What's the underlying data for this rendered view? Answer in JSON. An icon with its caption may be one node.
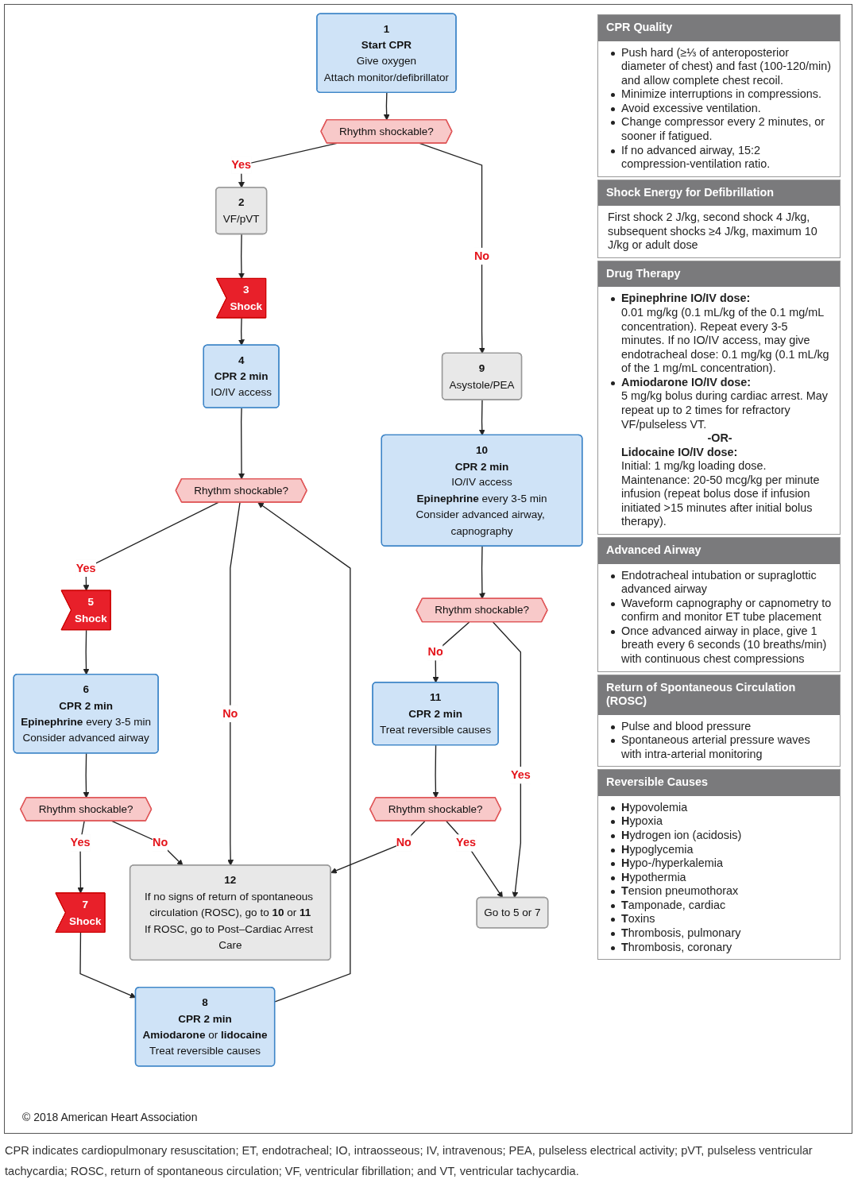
{
  "diagram": {
    "caption": "CPR indicates cardiopulmonary resuscitation; ET, endotracheal; IO, intraosseous; IV, intravenous; PEA, pulseless electrical activity; pVT, pulseless ventricular tachycardia; ROSC, return of spontaneous circulation; VF, ventricular fibrillation; and VT, ventricular tachycardia.",
    "nodes": [
      {
        "text": [
          "1",
          "Start CPR",
          "Give oxygen",
          "Attach monitor/defibrillator"
        ]
      },
      {
        "text": [
          "Rhythm shockable?"
        ]
      },
      {
        "text": [
          "2",
          "VF/pVT"
        ]
      },
      {
        "text": [
          "9",
          "Asystole/PEA"
        ]
      },
      {
        "text": [
          "3",
          "Shock"
        ]
      },
      {
        "text": [
          "4",
          "CPR 2 min",
          "IO/IV access"
        ]
      },
      {
        "text": [
          "Rhythm shockable?"
        ]
      },
      {
        "text": [
          "5",
          "Shock"
        ]
      },
      {
        "text": [
          "6",
          "CPR 2 min",
          "**Epinephrine** every 3-5 min",
          "Consider advanced airway"
        ]
      },
      {
        "text": [
          "Rhythm shockable?"
        ]
      },
      {
        "text": [
          "7",
          "Shock"
        ]
      },
      {
        "text": [
          "8",
          "CPR 2 min",
          "**Amiodarone** or **lidocaine**",
          "Treat reversible causes"
        ]
      },
      {
        "text": [
          "10",
          "CPR 2 min",
          "IO/IV access",
          "**Epinephrine** every 3-5 min",
          "Consider advanced airway, capnography"
        ]
      },
      {
        "text": [
          "Rhythm shockable?"
        ]
      },
      {
        "text": [
          "11",
          "CPR 2 min",
          "Treat reversible causes"
        ]
      },
      {
        "text": [
          "Rhythm shockable?"
        ]
      },
      {
        "text": [
          "12",
          "If no signs of return of spontaneous circulation (ROSC), go to **10** or **11**",
          "If ROSC, go to Post–Cardiac Arrest Care"
        ]
      },
      {
        "text": [
          "Go to 5 or 7"
        ]
      }
    ],
    "edges": [
      {
        "from": 0,
        "to": 1,
        "arrow": "to"
      },
      {
        "from": 1,
        "to": 2,
        "arrow": "to",
        "label": "Yes"
      },
      {
        "from": 1,
        "to": 3,
        "arrow": "to",
        "label": "No"
      },
      {
        "from": 2,
        "to": 4,
        "arrow": "to"
      },
      {
        "from": 4,
        "to": 5,
        "arrow": "to"
      },
      {
        "from": 5,
        "to": 6,
        "arrow": "to"
      },
      {
        "from": 6,
        "to": 7,
        "arrow": "to",
        "label": "Yes"
      },
      {
        "from": 7,
        "to": 8,
        "arrow": "to"
      },
      {
        "from": 8,
        "to": 9,
        "arrow": "to"
      },
      {
        "from": 9,
        "to": 10,
        "arrow": "to",
        "label": "Yes"
      },
      {
        "from": 10,
        "to": 11,
        "arrow": "to"
      },
      {
        "from": 11,
        "to": 6,
        "arrow": "to"
      },
      {
        "from": 6,
        "to": 16,
        "arrow": "to",
        "label": "No"
      },
      {
        "from": 9,
        "to": 16,
        "arrow": "to",
        "label": "No"
      },
      {
        "from": 3,
        "to": 12,
        "arrow": "to"
      },
      {
        "from": 12,
        "to": 13,
        "arrow": "to"
      },
      {
        "from": 13,
        "to": 14,
        "arrow": "to",
        "label": "No"
      },
      {
        "from": 13,
        "to": 17,
        "arrow": "to",
        "label": "Yes"
      },
      {
        "from": 14,
        "to": 15,
        "arrow": "to"
      },
      {
        "from": 15,
        "to": 16,
        "arrow": "to",
        "label": "No"
      },
      {
        "from": 15,
        "to": 17,
        "arrow": "to",
        "label": "Yes"
      }
    ],
    "labels": [
      "CPR Quality",
      "Push hard (≥⅓ of anteroposterior diameter of chest) and fast (100-120/min) and allow complete chest recoil.",
      "Minimize interruptions in compressions.",
      "Avoid excessive ventilation.",
      "Change compressor every 2 minutes, or sooner if fatigued.",
      "If no advanced airway, 15:2 compression-ventilation ratio.",
      "Shock Energy for Defibrillation",
      "First shock 2 J/kg, second shock 4 J/kg, subsequent shocks ≥4 J/kg, maximum 10 J/kg or adult dose",
      "Drug Therapy",
      "Epinephrine IO/IV dose:",
      "0.01 mg/kg (0.1 mL/kg of the 0.1 mg/mL concentration). Repeat every 3-5 minutes. If no IO/IV access, may give endotracheal dose: 0.1 mg/kg (0.1 mL/kg of the 1 mg/mL concentration).",
      "Amiodarone IO/IV dose:",
      "5 mg/kg bolus during cardiac arrest. May repeat up to 2 times for refractory VF/pulseless VT.",
      "-OR-",
      "Lidocaine IO/IV dose:",
      "Initial: 1 mg/kg loading dose. Maintenance: 20-50 mcg/kg per minute infusion (repeat bolus dose if infusion initiated >15 minutes after initial bolus therapy).",
      "Advanced Airway",
      "Endotracheal intubation or supraglottic advanced airway",
      "Waveform capnography or capnometry to confirm and monitor ET tube placement",
      "Once advanced airway in place, give 1 breath every 6 seconds (10 breaths/min) with continuous chest compressions",
      "Return of Spontaneous Circulation (ROSC)",
      "Pulse and blood pressure",
      "Spontaneous arterial pressure waves with intra-arterial monitoring",
      "Reversible Causes",
      "**H**ypovolemia",
      "**H**ypoxia",
      "**H**ydrogen ion (acidosis)",
      "**H**ypoglycemia",
      "**H**ypo-/hyperkalemia",
      "**H**ypothermia",
      "**T**ension pneumothorax",
      "**T**amponade, cardiac",
      "**T**oxins",
      "**T**hrombosis, pulmonary",
      "**T**hrombosis, coronary",
      "© 2018 American Heart Association"
    ]
  }
}
